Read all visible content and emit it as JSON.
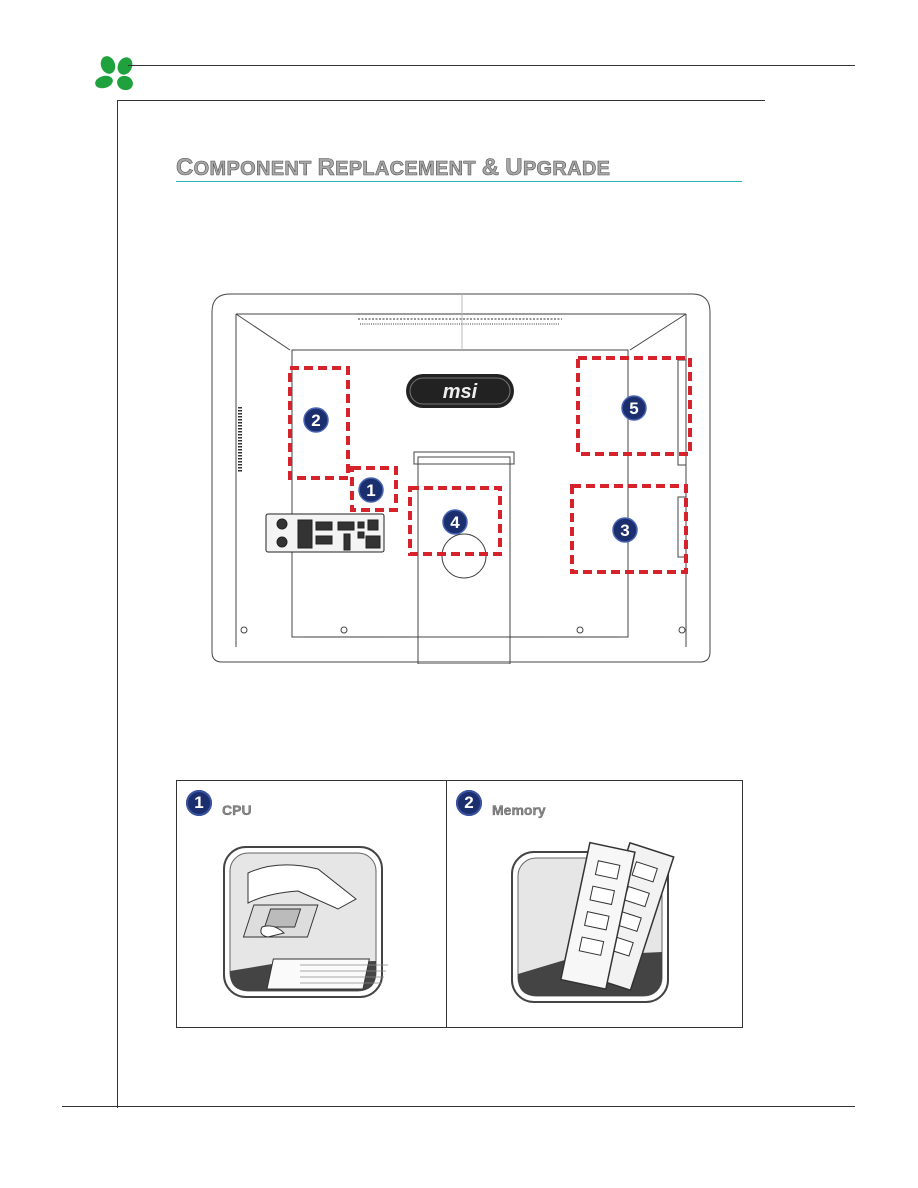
{
  "page": {
    "section_title_words": [
      {
        "cap": "C",
        "rest": "OMPONENT"
      },
      {
        "cap": "R",
        "rest": "EPLACEMENT"
      },
      {
        "cap": "&",
        "rest": ""
      },
      {
        "cap": "U",
        "rest": "PGRADE"
      }
    ]
  },
  "diagram": {
    "brand_logo_text": "msi",
    "callouts": [
      "1",
      "2",
      "3",
      "4",
      "5"
    ]
  },
  "components": [
    {
      "number": "1",
      "label": "CPU"
    },
    {
      "number": "2",
      "label": "Memory"
    }
  ],
  "colors": {
    "accent_teal": "#2ab4b6",
    "callout_red": "#d6222a",
    "callout_badge": "#1b2f6e",
    "logo_green": "#1fa23d"
  }
}
